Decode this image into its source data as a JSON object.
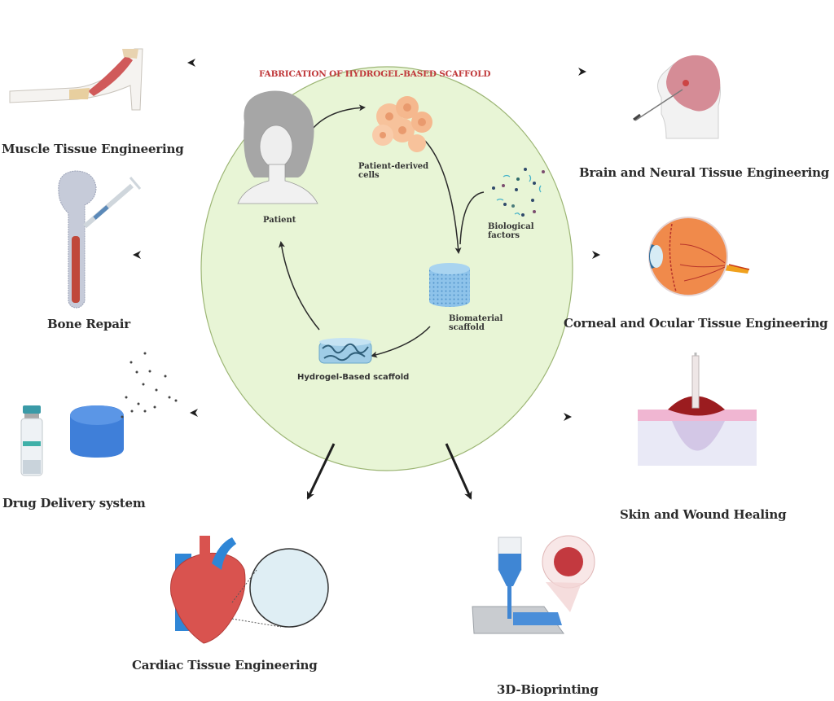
{
  "diagram": {
    "center": {
      "title": "FABRICATION OF HYDROGEL-BASED SCAFFOLD",
      "fill_color": "#e8f5d6",
      "stroke_color": "#9cb574",
      "cycle": [
        {
          "id": "patient",
          "label": "Patient",
          "icon": "patient-portrait-icon"
        },
        {
          "id": "cells",
          "label": "Patient-derived cells",
          "icon": "cells-cluster-icon"
        },
        {
          "id": "factors",
          "label": "Biological factors",
          "icon": "biological-factors-icon"
        },
        {
          "id": "biomaterial",
          "label": "Biomaterial scaffold",
          "icon": "biomaterial-cylinder-icon"
        },
        {
          "id": "hydrogel",
          "label": "Hydrogel-Based scaffold",
          "icon": "hydrogel-scaffold-icon"
        }
      ],
      "labels": {
        "patient": "Patient",
        "cells_line1": "Patient-derived",
        "cells_line2": "cells",
        "factors_line1": "Biological",
        "factors_line2": "factors",
        "biomaterial_line1": "Biomaterial",
        "biomaterial_line2": "scaffold",
        "hydrogel": "Hydrogel-Based scaffold"
      }
    },
    "applications": {
      "muscle": {
        "label": "Muscle Tissue Engineering",
        "icon": "arm-muscle-icon"
      },
      "bone": {
        "label": "Bone Repair",
        "icon": "femur-syringe-icon"
      },
      "drug": {
        "label": "Drug Delivery system",
        "icon": "drug-vial-scaffold-icon"
      },
      "cardiac": {
        "label": "Cardiac Tissue Engineering",
        "icon": "heart-icon"
      },
      "bioprinting": {
        "label": "3D-Bioprinting",
        "icon": "bioprinter-icon"
      },
      "skin": {
        "label": "Skin and Wound Healing",
        "icon": "skin-wound-syringe-icon"
      },
      "ocular": {
        "label": "Corneal and Ocular Tissue Engineering",
        "icon": "eye-icon"
      },
      "brain": {
        "label": "Brain and Neural Tissue Engineering",
        "icon": "brain-head-icon"
      }
    },
    "colors": {
      "title_red": "#c0393b",
      "arrow": "#1e1e1e",
      "scaffold_blue": "#3f7fd9",
      "tissue_red": "#c8444a"
    }
  }
}
